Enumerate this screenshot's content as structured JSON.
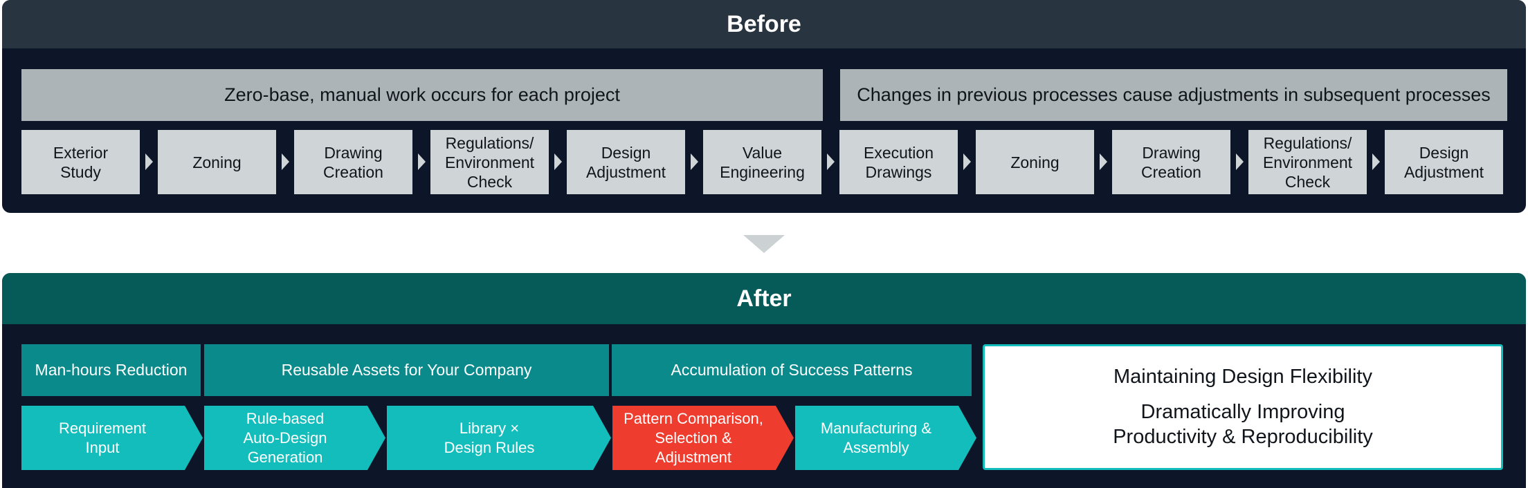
{
  "before": {
    "title": "Before",
    "groups": [
      "Zero-base, manual work occurs for each project",
      "Changes in previous processes cause adjustments in subsequent processes"
    ],
    "steps": [
      "Exterior\nStudy",
      "Zoning",
      "Drawing\nCreation",
      "Regulations/\nEnvironment\nCheck",
      "Design\nAdjustment",
      "Value\nEngineering",
      "Execution\nDrawings",
      "Zoning",
      "Drawing\nCreation",
      "Regulations/\nEnvironment\nCheck",
      "Design\nAdjustment"
    ]
  },
  "after": {
    "title": "After",
    "benefits": [
      "Man-hours Reduction",
      "Reusable Assets for Your Company",
      "Accumulation of Success Patterns"
    ],
    "steps": [
      "Requirement\nInput",
      "Rule-based\nAuto-Design\nGeneration",
      "Library ×\nDesign Rules",
      "Pattern Comparison,\nSelection &\nAdjustment",
      "Manufacturing &\nAssembly"
    ],
    "result_line1": "Maintaining Design Flexibility",
    "result_line2": "Dramatically Improving\nProductivity & Reproducibility"
  },
  "colors": {
    "panel_bg": "#0c1628",
    "before_header": "#283440",
    "after_header": "#065a58",
    "teal_step": "#12bdbb",
    "highlight_step": "#ee3d2f",
    "benefit_bar": "#0a8a8b"
  }
}
